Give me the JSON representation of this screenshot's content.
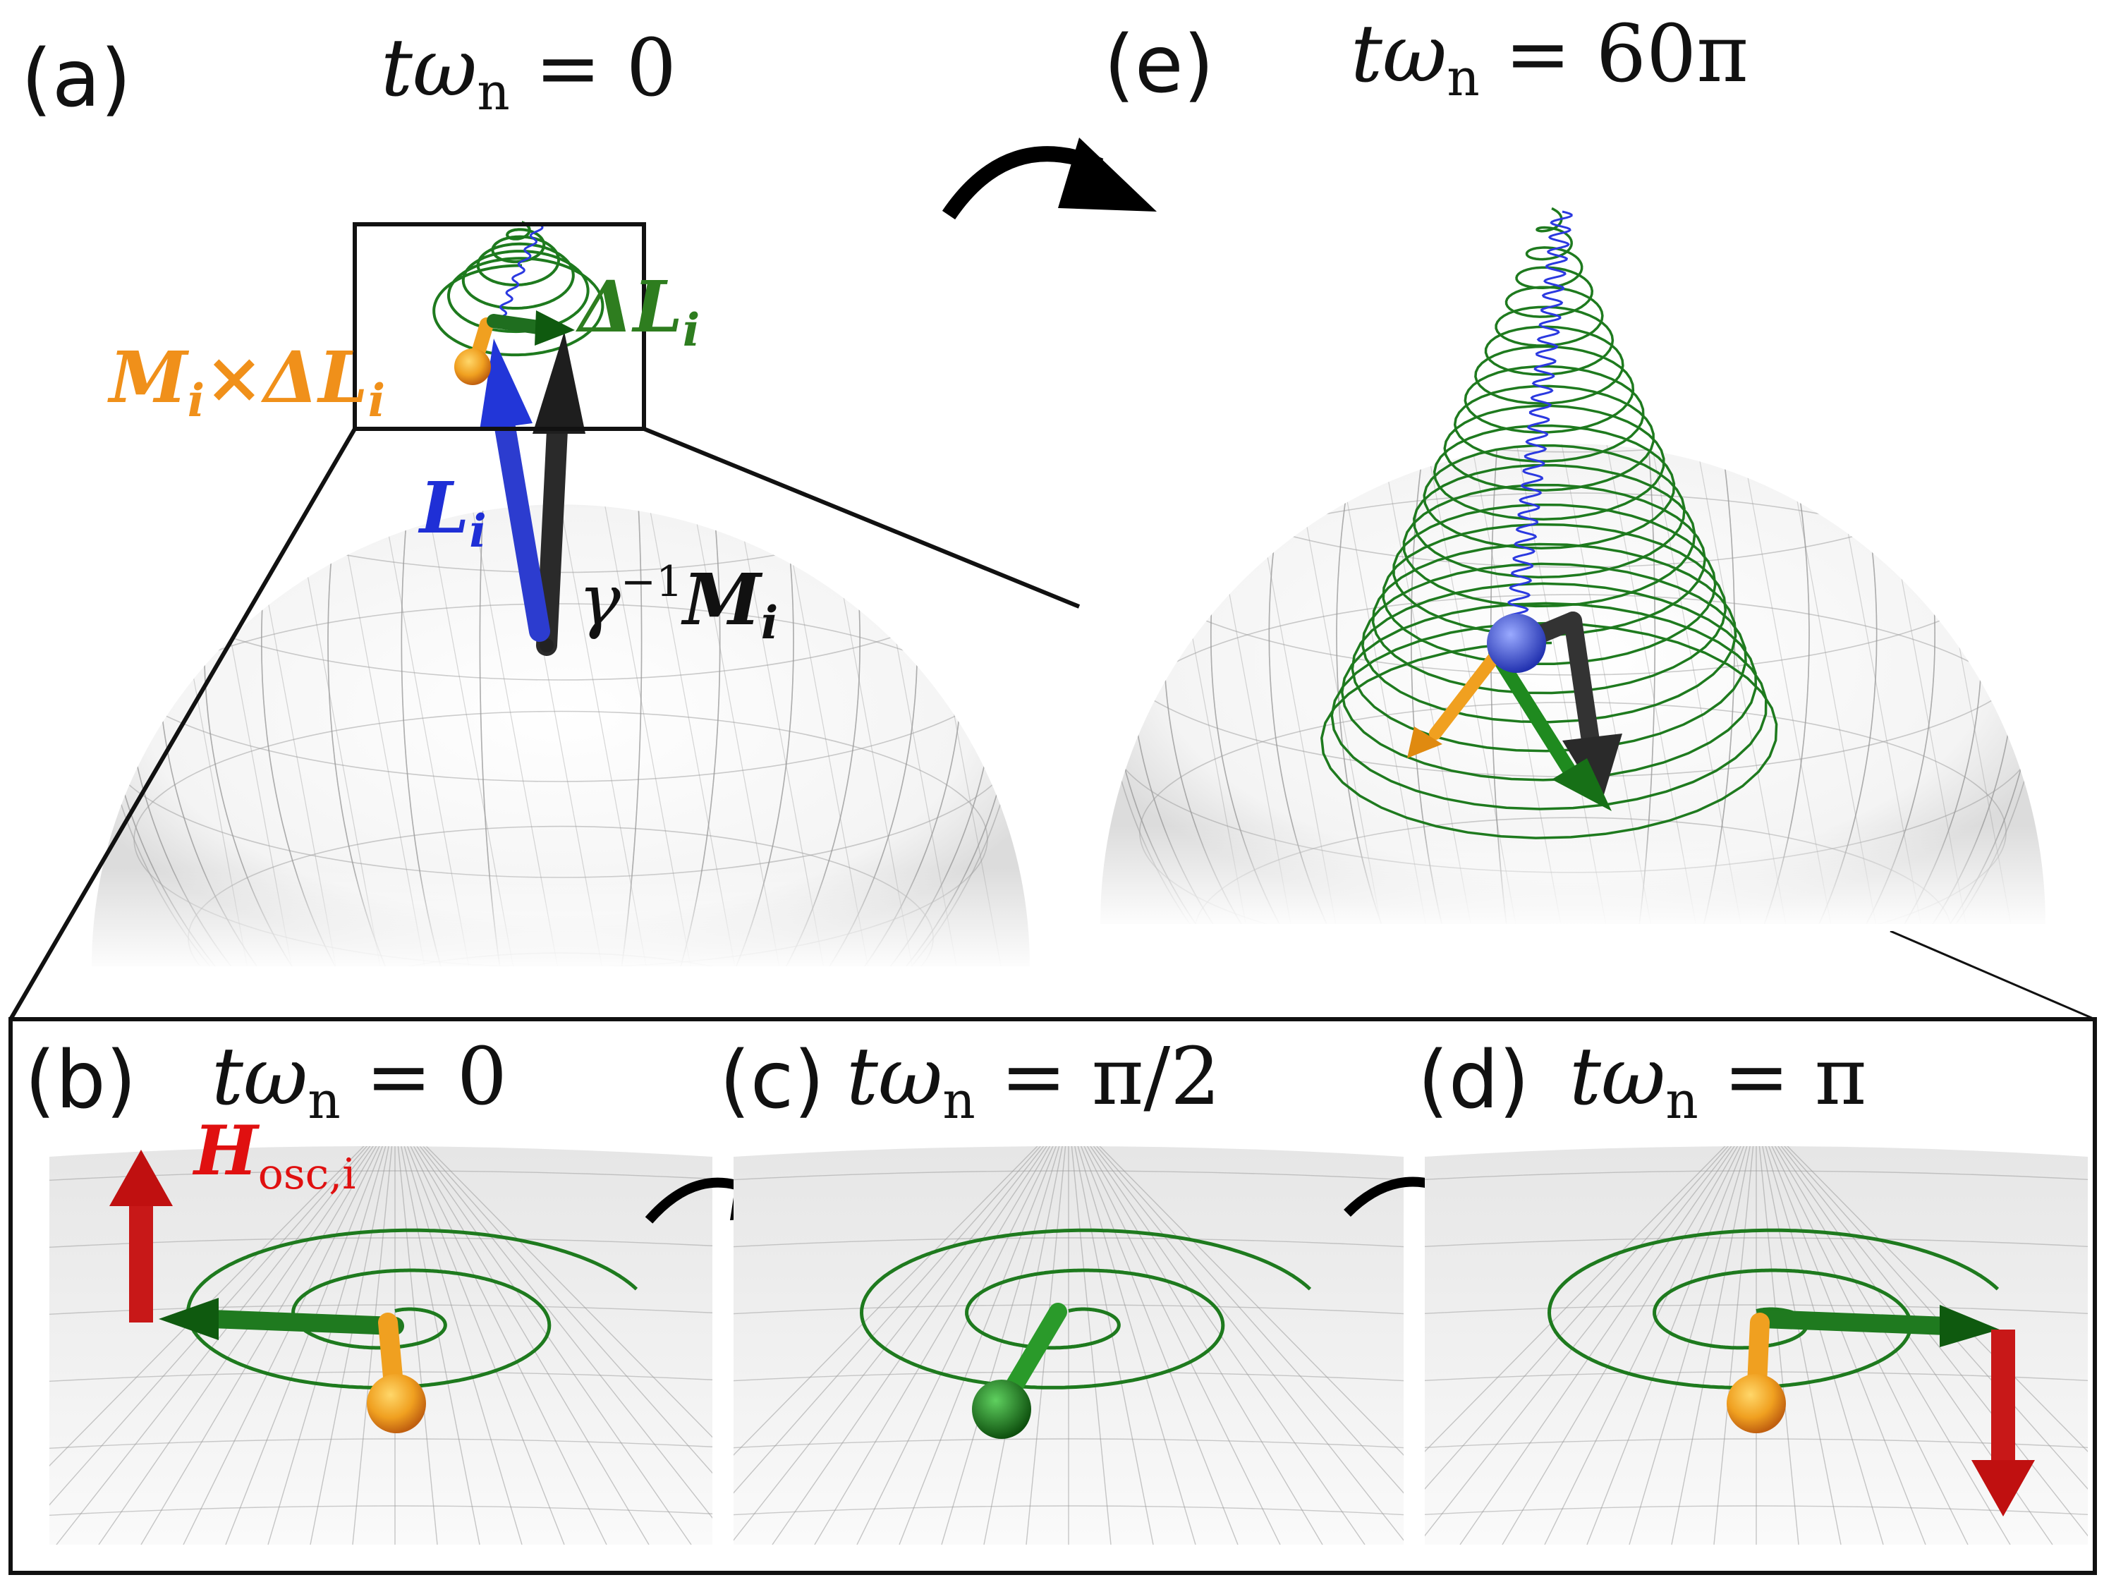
{
  "panels": {
    "a": {
      "tag": "(a)",
      "time": "tω",
      "time_sub": "n",
      "time_val": " = 0"
    },
    "e": {
      "tag": "(e)",
      "time": "tω",
      "time_sub": "n",
      "time_val": " = 60π"
    },
    "b": {
      "tag": "(b)",
      "time": "tω",
      "time_sub": "n",
      "time_val": " = 0"
    },
    "c": {
      "tag": "(c)",
      "time": "tω",
      "time_sub": "n",
      "time_val": " = π/2"
    },
    "d": {
      "tag": "(d)",
      "time": "tω",
      "time_sub": "n",
      "time_val": " = π"
    }
  },
  "vectors": {
    "delta_L": {
      "main": "ΔL",
      "sub": "i",
      "color": "#2e7d1f"
    },
    "torque": {
      "main": "M",
      "sub": "i",
      "mid": "×",
      "main2": "ΔL",
      "sub2": "i",
      "color": "#f0901a"
    },
    "L": {
      "main": "L",
      "sub": "i",
      "color": "#1f2fd6"
    },
    "M": {
      "pre": "γ",
      "sup": "−1",
      "main": "M",
      "sub": "i",
      "color": "#111111"
    },
    "H_osc": {
      "main": "H",
      "sub": "osc,i",
      "color": "#e01010"
    }
  },
  "colors": {
    "trajectory_green": "#1e7a1e",
    "trajectory_blue": "#2b39e0",
    "arrow_blue": "#2c3ccf",
    "arrow_black": "#2a2a2a",
    "arrow_orange": "#f0a020",
    "arrow_green": "#1f8a1f",
    "arrow_red": "#c81818",
    "mesh_gray": "#9a9a9a"
  }
}
